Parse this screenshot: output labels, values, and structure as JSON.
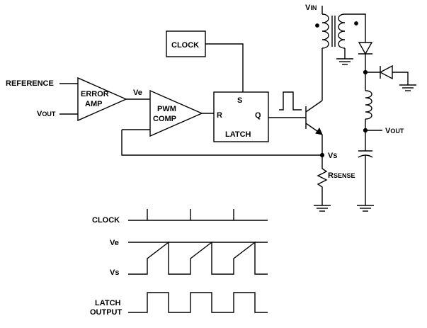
{
  "labels": {
    "reference": "REFERENCE",
    "vout_left": "VOUT",
    "error_amp_line1": "ERROR",
    "error_amp_line2": "AMP",
    "ve": "Ve",
    "pwm_line1": "PWM",
    "pwm_line2": "COMP",
    "clock_box": "CLOCK",
    "latch_s": "S",
    "latch_r": "R",
    "latch_q": "Q",
    "latch_name": "LATCH",
    "vin": "VIN",
    "vout_right": "VOUT",
    "vs": "VS",
    "rsense": "RSENSE"
  },
  "timing": {
    "clock": "CLOCK",
    "ve": "Ve",
    "vs": "Vs",
    "latch_output_line1": "LATCH",
    "latch_output_line2": "OUTPUT"
  }
}
